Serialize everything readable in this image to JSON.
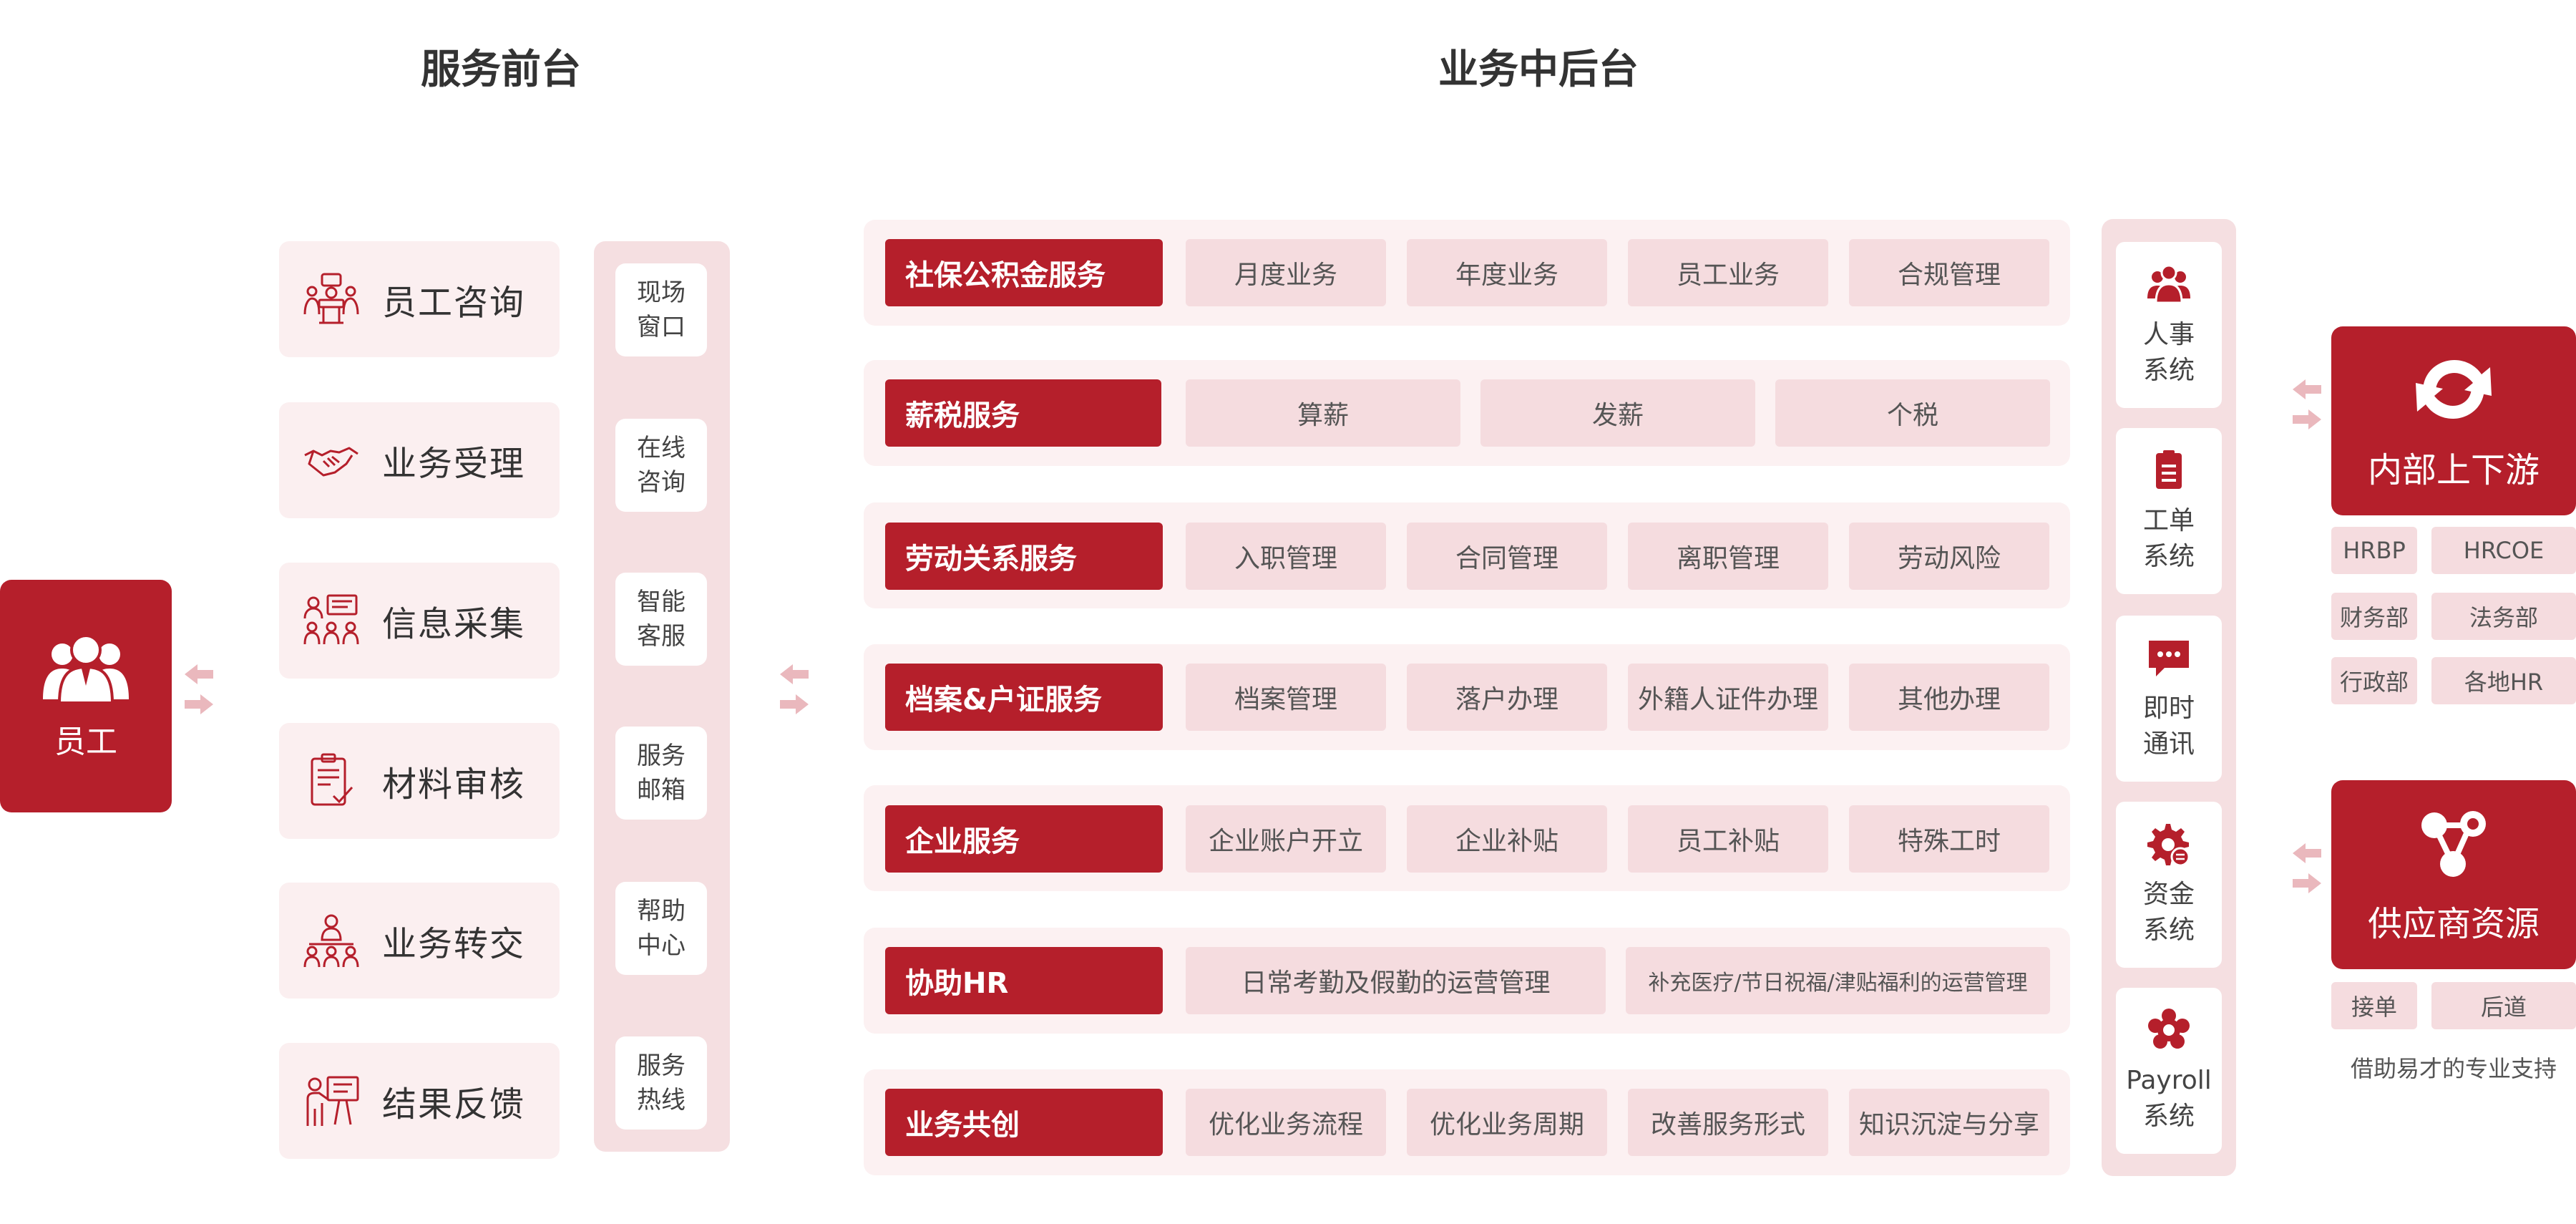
{
  "headings": {
    "front": "服务前台",
    "back": "业务中后台"
  },
  "employee": {
    "label": "员工"
  },
  "front_services": [
    {
      "label": "员工咨询",
      "icon": "meeting-icon"
    },
    {
      "label": "业务受理",
      "icon": "handshake-icon"
    },
    {
      "label": "信息采集",
      "icon": "group-info-icon"
    },
    {
      "label": "材料审核",
      "icon": "clipboard-check-icon"
    },
    {
      "label": "业务转交",
      "icon": "team-transfer-icon"
    },
    {
      "label": "结果反馈",
      "icon": "presentation-icon"
    }
  ],
  "channels": [
    {
      "line1": "现场",
      "line2": "窗口"
    },
    {
      "line1": "在线",
      "line2": "咨询"
    },
    {
      "line1": "智能",
      "line2": "客服"
    },
    {
      "line1": "服务",
      "line2": "邮箱"
    },
    {
      "line1": "帮助",
      "line2": "中心"
    },
    {
      "line1": "服务",
      "line2": "热线"
    }
  ],
  "services": [
    {
      "title": "社保公积金服务",
      "items": [
        "月度业务",
        "年度业务",
        "员工业务",
        "合规管理"
      ]
    },
    {
      "title": "薪税服务",
      "items": [
        "算薪",
        "发薪",
        "个税"
      ]
    },
    {
      "title": "劳动关系服务",
      "items": [
        "入职管理",
        "合同管理",
        "离职管理",
        "劳动风险"
      ]
    },
    {
      "title": "档案&户证服务",
      "items": [
        "档案管理",
        "落户办理",
        "外籍人证件办理",
        "其他办理"
      ]
    },
    {
      "title": "企业服务",
      "items": [
        "企业账户开立",
        "企业补贴",
        "员工补贴",
        "特殊工时"
      ]
    },
    {
      "title": "协助HR",
      "items": [
        "日常考勤及假勤的运营管理",
        "补充医疗/节日祝福/津贴福利的运营管理"
      ]
    },
    {
      "title": "业务共创",
      "items": [
        "优化业务流程",
        "优化业务周期",
        "改善服务形式",
        "知识沉淀与分享"
      ]
    }
  ],
  "systems": [
    {
      "line1": "人事",
      "line2": "系统",
      "icon": "people-icon"
    },
    {
      "line1": "工单",
      "line2": "系统",
      "icon": "ticket-icon"
    },
    {
      "line1": "即时",
      "line2": "通讯",
      "icon": "chat-icon"
    },
    {
      "line1": "资金",
      "line2": "系统",
      "icon": "gear-coin-icon"
    },
    {
      "line1": "Payroll",
      "line2": "系统",
      "icon": "flower-gear-icon"
    }
  ],
  "internal": {
    "title": "内部上下游",
    "icon": "sync-arrows-icon",
    "tags": [
      "HRBP",
      "HRCOE",
      "财务部",
      "法务部",
      "行政部",
      "各地HR"
    ]
  },
  "supplier": {
    "title": "供应商资源",
    "icon": "network-icon",
    "tags": [
      "接单",
      "后道"
    ],
    "note": "借助易才的专业支持"
  },
  "colors": {
    "primary": "#b51f2b",
    "light": "#f5dcdf",
    "panel": "#fcf1f2",
    "arrow": "#eab8bd"
  }
}
